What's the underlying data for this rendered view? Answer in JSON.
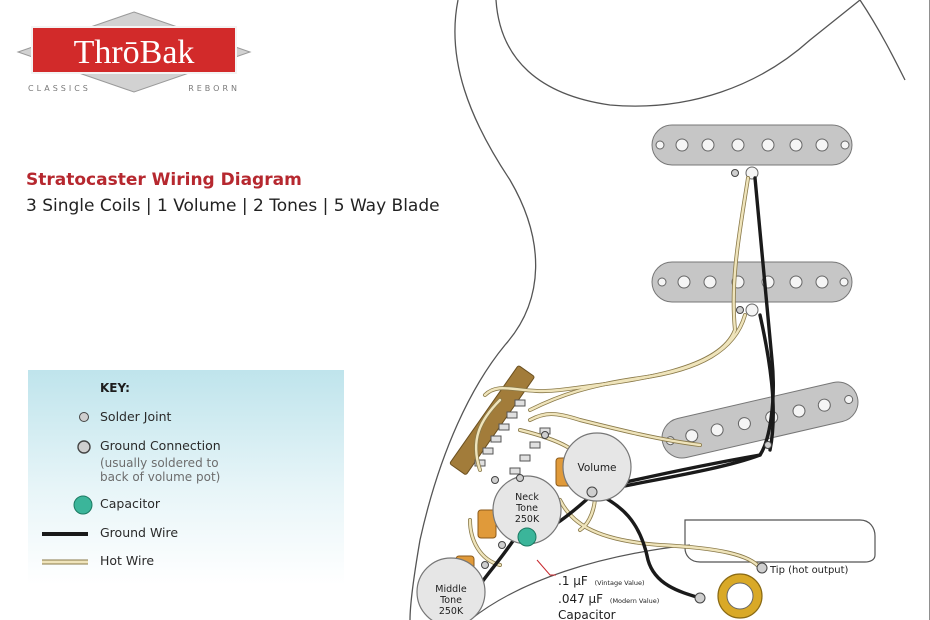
{
  "logo": {
    "brand": "ThrōBak",
    "tagline_left": "CLASSICS",
    "tagline_right": "REBORN",
    "colors": {
      "banner": "#d22a2a",
      "diamond": "#c9c9c9"
    }
  },
  "header": {
    "title": "Stratocaster Wiring Diagram",
    "subtitle": "3 Single Coils | 1 Volume | 2 Tones | 5 Way Blade"
  },
  "key": {
    "title": "KEY:",
    "items": [
      {
        "symbol": "solder-joint-icon",
        "label": "Solder Joint"
      },
      {
        "symbol": "ground-connection-icon",
        "label": "Ground Connection",
        "note": "(usually soldered to back of volume pot)"
      },
      {
        "symbol": "capacitor-icon",
        "label": "Capacitor"
      },
      {
        "symbol": "ground-wire-icon",
        "label": "Ground Wire"
      },
      {
        "symbol": "hot-wire-icon",
        "label": "Hot Wire"
      }
    ]
  },
  "components": {
    "volume_pot": "Volume",
    "neck_tone": {
      "name": "Neck",
      "name2": "Tone",
      "value": "250K"
    },
    "middle_tone": {
      "name": "Middle",
      "name2": "Tone",
      "value": "250K"
    },
    "output_jack": "Tip (hot output)",
    "capacitor": {
      "value1": ".1 µF",
      "note1": "(Vintage Value)",
      "value2": ".047 µF",
      "note2": "(Modern Value)",
      "label": "Capacitor"
    }
  },
  "colors": {
    "accent_title": "#b6282f",
    "pot": "#e6e6e6",
    "pickup": "#c6c6c6",
    "capacitor": "#3bb59a",
    "ground_wire": "#1a1a1a",
    "hot_wire": "#e8dcae",
    "switch": "#a27c3a",
    "lug": "#e09a3a"
  }
}
